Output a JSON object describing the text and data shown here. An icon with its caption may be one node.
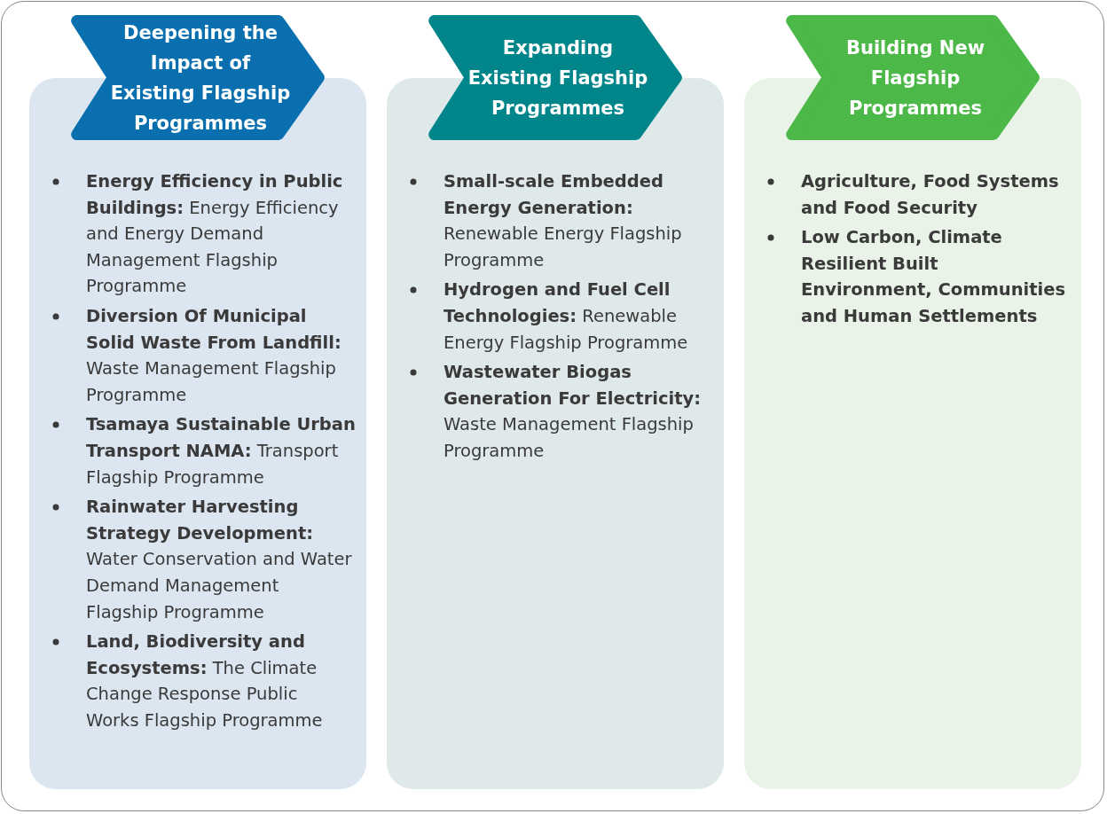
{
  "diagram": {
    "nodes": [
      {
        "text": [
          "Deepening the Impact of Existing Flagship Programmes"
        ]
      },
      {
        "text": [
          "**Energy Efficiency in Public Buildings:** Energy Efficiency and Energy Demand Management Flagship Programme",
          "**Diversion Of Municipal Solid Waste From Landfill:** Waste Management Flagship Programme",
          "**Tsamaya Sustainable Urban Transport NAMA:** Transport Flagship Programme",
          "**Rainwater Harvesting Strategy Development:** Water Conservation and Water Demand Management Flagship Programme",
          "**Land, Biodiversity and Ecosystems:** The Climate Change Response Public Works Flagship Programme"
        ]
      },
      {
        "text": [
          "Expanding Existing Flagship Programmes"
        ]
      },
      {
        "text": [
          "**Small-scale Embedded Energy Generation:** Renewable Energy Flagship Programme",
          "**Hydrogen and Fuel Cell Technologies:** Renewable Energy Flagship Programme",
          "**Wastewater Biogas Generation For Electricity:** Waste Management Flagship Programme"
        ]
      },
      {
        "text": [
          "Building New Flagship Programmes"
        ]
      },
      {
        "text": [
          "Agriculture, Food Systems and Food Security",
          "Low Carbon, Climate Resilient Built Environment, Communities and Human Settlements"
        ]
      }
    ]
  }
}
